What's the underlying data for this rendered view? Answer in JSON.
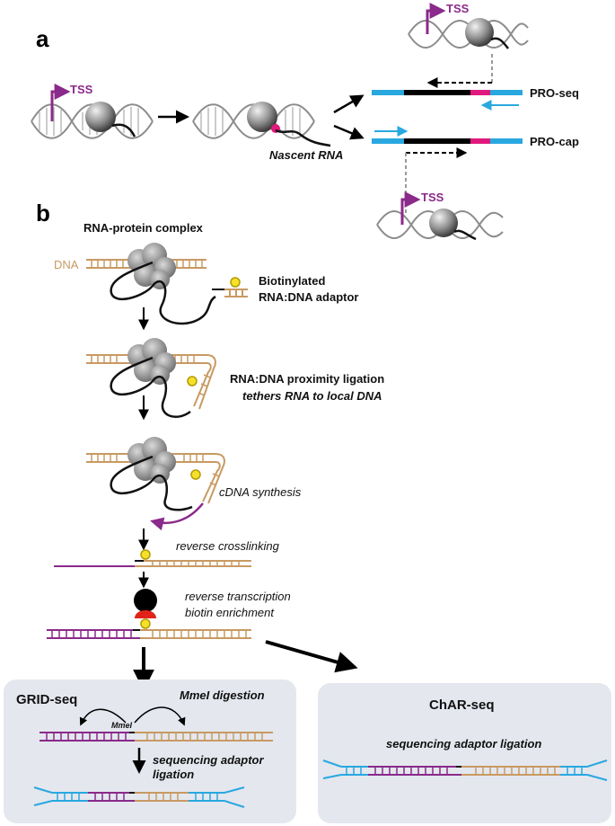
{
  "panel_a": {
    "letter": "a",
    "tss": "TSS",
    "nascent_rna": "Nascent RNA",
    "pro_seq": "PRO-seq",
    "pro_cap": "PRO-cap"
  },
  "panel_b": {
    "letter": "b",
    "rna_protein_complex": "RNA-protein complex",
    "dna": "DNA",
    "adaptor_line1": "Biotinylated",
    "adaptor_line2": "RNA:DNA adaptor",
    "proximity_line1": "RNA:DNA proximity ligation",
    "proximity_line2": "tethers RNA to local DNA",
    "cdna_synthesis": "cDNA synthesis",
    "reverse_crosslinking": "reverse crosslinking",
    "rt_line1": "reverse transcription",
    "rt_line2": "biotin enrichment"
  },
  "grid_seq": {
    "title": "GRID-seq",
    "mmel_digestion": "MmeI digestion",
    "mmel_site": "MmeI",
    "adaptor_line1": "sequencing adaptor",
    "adaptor_line2": "ligation"
  },
  "char_seq": {
    "title": "ChAR-seq",
    "adaptor_ligation": "sequencing adaptor ligation"
  },
  "colors": {
    "dna_tan": "#c89a62",
    "rna_purple": "#8a2a8a",
    "adaptor_blue": "#29a8e0",
    "magenta": "#e0197d",
    "biotin_yellow": "#f5e12a",
    "streptavidin_red": "#e2231a",
    "box_gray": "#e4e7ee"
  }
}
